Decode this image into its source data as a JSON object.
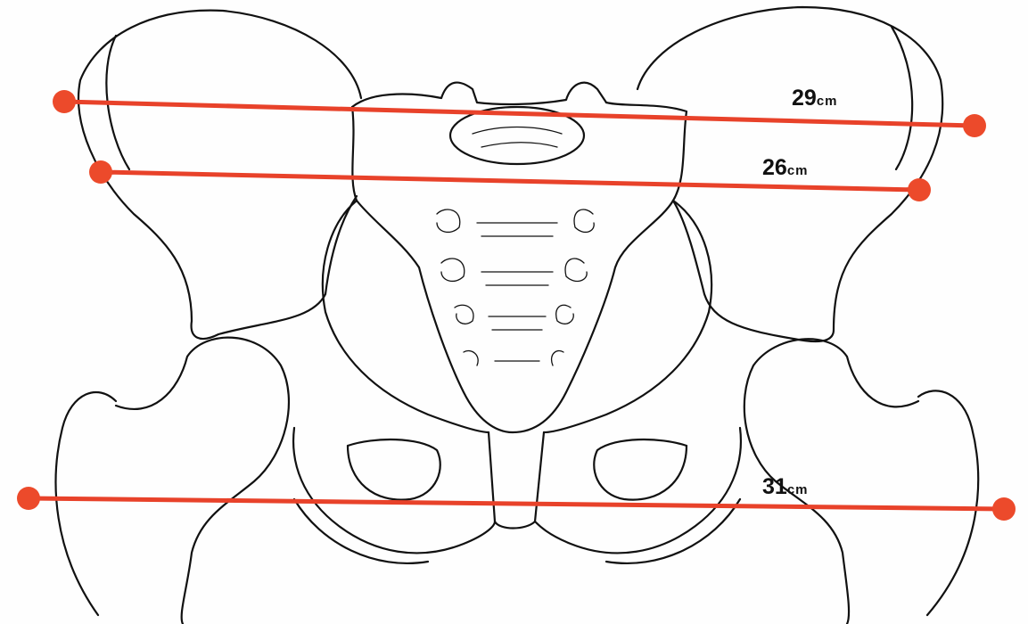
{
  "measurements": [
    {
      "value": "29",
      "unit": "cm"
    },
    {
      "value": "26",
      "unit": "cm"
    },
    {
      "value": "31",
      "unit": "cm"
    }
  ],
  "colors": {
    "line": "#e8422a",
    "ink": "#111111",
    "background": "#fefefe"
  }
}
